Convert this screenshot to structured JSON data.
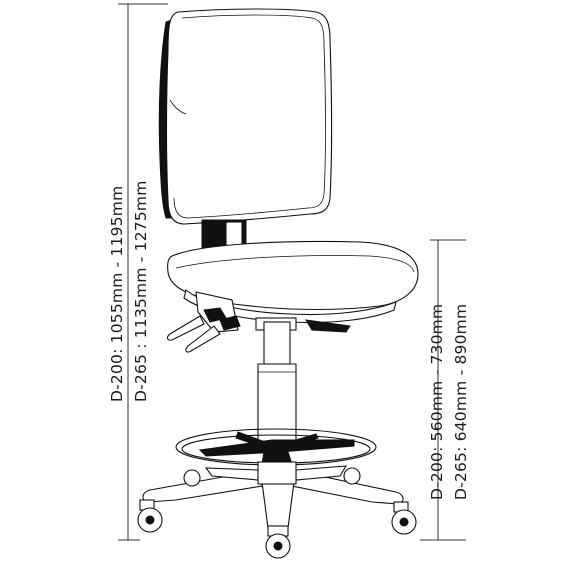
{
  "dimensions": {
    "total_height": {
      "line1": "D-200: 1055mm - 1195mm",
      "line2": "D-265 : 1135mm - 1275mm"
    },
    "seat_height": {
      "line1": "D-200: 560mm - 730mm",
      "line2": "D-265: 640mm - 890mm"
    }
  },
  "colors": {
    "outline": "#111111",
    "fill": "#ffffff"
  }
}
